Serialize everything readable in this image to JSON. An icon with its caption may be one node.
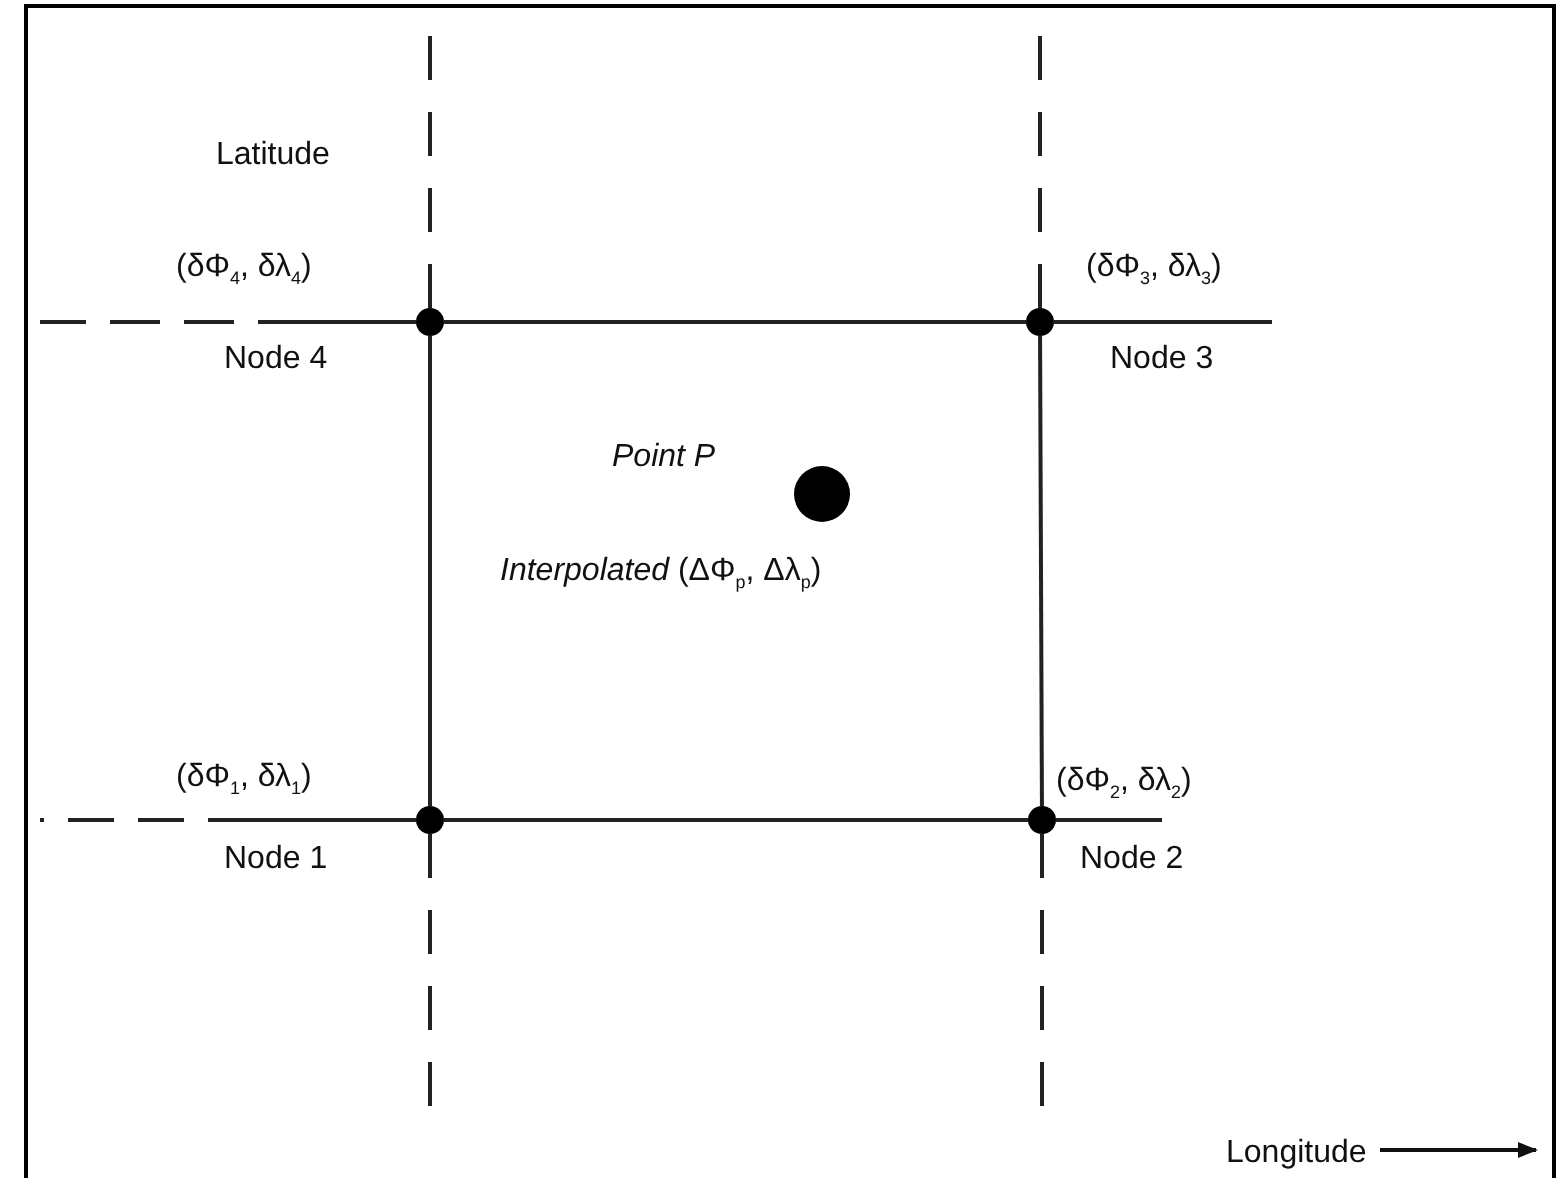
{
  "diagram": {
    "nodes": [
      {
        "text": [],
        "shape": "circle",
        "beside": [
          "(δΦ$_{4}$, δλ$_{4}$)",
          "Node 4"
        ]
      },
      {
        "text": [],
        "shape": "circle",
        "beside": [
          "(δΦ$_{3}$, δλ$_{3}$)",
          "Node 3"
        ]
      },
      {
        "text": [],
        "shape": "circle",
        "beside": [
          "Point P",
          "*Interpolated* (ΔΦ$_{p}$, Δλ$_{p}$)"
        ]
      },
      {
        "text": [],
        "shape": "circle",
        "beside": [
          "(δΦ$_{1}$, δλ$_{1}$)",
          "Node 1"
        ]
      },
      {
        "text": [],
        "shape": "circle",
        "beside": [
          "(δΦ$_{2}$, δλ$_{2}$)",
          "Node 2"
        ]
      }
    ],
    "edges": [
      {
        "from": 0,
        "to": 1,
        "arrow": "none"
      },
      {
        "from": 0,
        "to": 3,
        "arrow": "none"
      },
      {
        "from": 1,
        "to": 4,
        "arrow": "none"
      },
      {
        "from": 3,
        "to": 4,
        "arrow": "none"
      },
      {
        "from": 0,
        "to": null,
        "arrow": "none",
        "style": "dashed"
      },
      {
        "from": 0,
        "to": null,
        "arrow": "none",
        "style": "dashed"
      },
      {
        "from": 1,
        "to": null,
        "arrow": "none",
        "style": "dashed"
      },
      {
        "from": 1,
        "to": null,
        "arrow": "none"
      },
      {
        "from": 3,
        "to": null,
        "arrow": "none",
        "style": "dashed"
      },
      {
        "from": 3,
        "to": null,
        "arrow": "none",
        "style": "dashed"
      },
      {
        "from": 4,
        "to": null,
        "arrow": "none"
      },
      {
        "from": 4,
        "to": null,
        "arrow": "none",
        "style": "dashed"
      }
    ],
    "labels": [
      "Latitude",
      "Longitude"
    ]
  }
}
